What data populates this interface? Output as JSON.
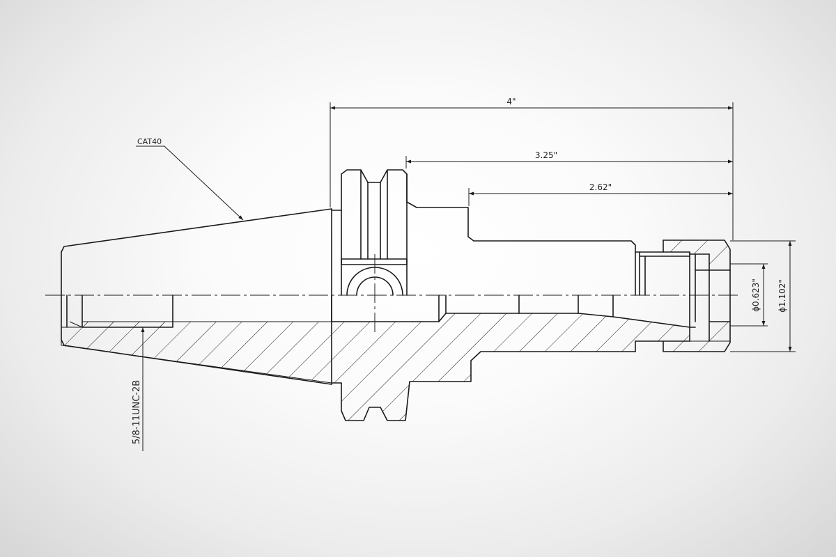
{
  "colors": {
    "line": "#1a1a1a",
    "background_center": "#ffffff",
    "background_edge": "#d6d6d6"
  },
  "labels": {
    "cat_callout": "CAT40",
    "thread_callout": "5/8-11UNC-2B"
  },
  "dimensions": {
    "overall_length": "4\"",
    "length_3_25": "3.25\"",
    "length_2_62": "2.62\"",
    "bore_diameter": "ϕ0.623\"",
    "nut_diameter": "ϕ1.102\""
  }
}
